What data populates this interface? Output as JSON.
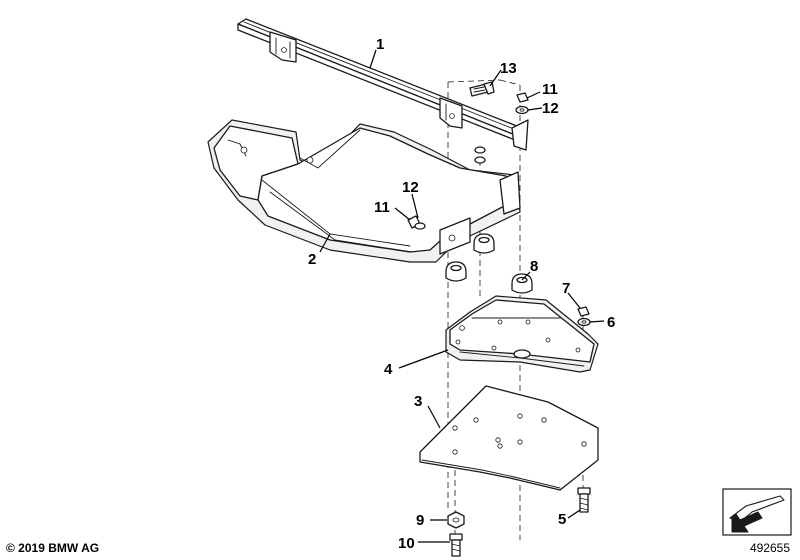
{
  "callouts": {
    "c1": "1",
    "c2": "2",
    "c3": "3",
    "c4": "4",
    "c5": "5",
    "c6": "6",
    "c7": "7",
    "c8": "8",
    "c9": "9",
    "c10": "10",
    "c11a": "11",
    "c11b": "11",
    "c12a": "12",
    "c12b": "12",
    "c13": "13"
  },
  "footer": {
    "copyright": "© 2019 BMW AG",
    "diagram_number": "492655"
  },
  "icons": {
    "navigation": "bookmark-arrow-icon"
  }
}
